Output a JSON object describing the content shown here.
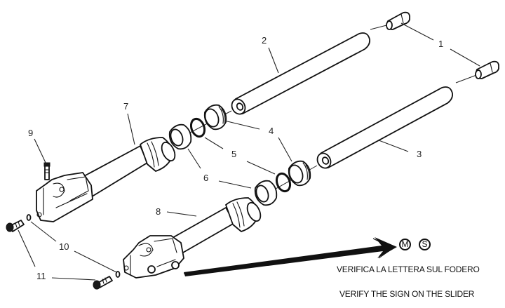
{
  "diagram": {
    "title": "Front fork exploded view",
    "callouts": [
      {
        "id": "1",
        "label": "1"
      },
      {
        "id": "2",
        "label": "2"
      },
      {
        "id": "3",
        "label": "3"
      },
      {
        "id": "4",
        "label": "4"
      },
      {
        "id": "5",
        "label": "5"
      },
      {
        "id": "6",
        "label": "6"
      },
      {
        "id": "7",
        "label": "7"
      },
      {
        "id": "8",
        "label": "8"
      },
      {
        "id": "9",
        "label": "9"
      },
      {
        "id": "10",
        "label": "10"
      },
      {
        "id": "11",
        "label": "11"
      }
    ],
    "slider_signs": [
      "M",
      "S"
    ],
    "note_italian": "VERIFICA LA LETTERA SUL FODERO",
    "note_english": "VERIFY THE SIGN ON THE SLIDER"
  }
}
